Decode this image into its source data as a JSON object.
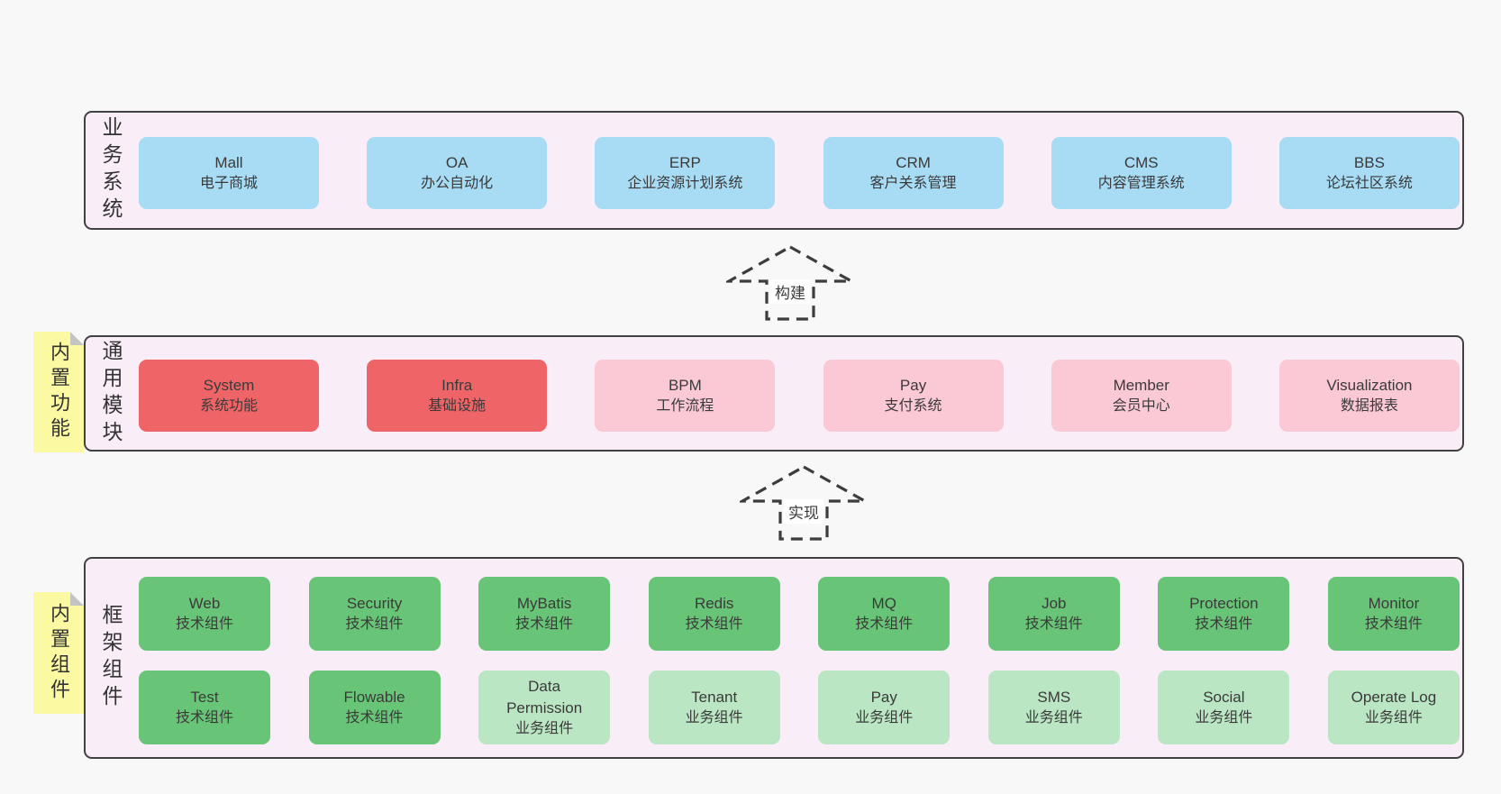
{
  "colors": {
    "page_background": "#f8f8f8",
    "band_background": "#f9eef8",
    "band_border": "#414141",
    "blue_box": "#a8dcf5",
    "red_box": "#ef6567",
    "pink_box": "#fbc9d5",
    "dark_green_box": "#68c577",
    "light_green_box": "#bae6c3",
    "sticky_yellow": "#fbf9a2",
    "sticky_fold": "#c4c4c4",
    "text": "#3a3a3a",
    "arrow_stroke": "#3d3d3d"
  },
  "arrows": [
    {
      "label": "构建"
    },
    {
      "label": "实现"
    }
  ],
  "stickies": [
    {
      "label": "内置功能"
    },
    {
      "label": "内置组件"
    }
  ],
  "bands": {
    "business": {
      "side_label": "业务系统",
      "boxes": [
        {
          "en": "Mall",
          "cn": "电子商城"
        },
        {
          "en": "OA",
          "cn": "办公自动化"
        },
        {
          "en": "ERP",
          "cn": "企业资源计划系统"
        },
        {
          "en": "CRM",
          "cn": "客户关系管理"
        },
        {
          "en": "CMS",
          "cn": "内容管理系统"
        },
        {
          "en": "BBS",
          "cn": "论坛社区系统"
        }
      ]
    },
    "modules": {
      "side_label": "通用模块",
      "boxes": [
        {
          "en": "System",
          "cn": "系统功能"
        },
        {
          "en": "Infra",
          "cn": "基础设施"
        },
        {
          "en": "BPM",
          "cn": "工作流程"
        },
        {
          "en": "Pay",
          "cn": "支付系统"
        },
        {
          "en": "Member",
          "cn": "会员中心"
        },
        {
          "en": "Visualization",
          "cn": "数据报表"
        }
      ]
    },
    "components": {
      "side_label": "框架组件",
      "row1": [
        {
          "en": "Web",
          "cn": "技术组件"
        },
        {
          "en": "Security",
          "cn": "技术组件"
        },
        {
          "en": "MyBatis",
          "cn": "技术组件"
        },
        {
          "en": "Redis",
          "cn": "技术组件"
        },
        {
          "en": "MQ",
          "cn": "技术组件"
        },
        {
          "en": "Job",
          "cn": "技术组件"
        },
        {
          "en": "Protection",
          "cn": "技术组件"
        },
        {
          "en": "Monitor",
          "cn": "技术组件"
        }
      ],
      "row2": [
        {
          "en": "Test",
          "cn": "技术组件"
        },
        {
          "en": "Flowable",
          "cn": "技术组件"
        },
        {
          "en": "Data Permission",
          "cn": "业务组件"
        },
        {
          "en": "Tenant",
          "cn": "业务组件"
        },
        {
          "en": "Pay",
          "cn": "业务组件"
        },
        {
          "en": "SMS",
          "cn": "业务组件"
        },
        {
          "en": "Social",
          "cn": "业务组件"
        },
        {
          "en": "Operate Log",
          "cn": "业务组件"
        }
      ]
    }
  }
}
